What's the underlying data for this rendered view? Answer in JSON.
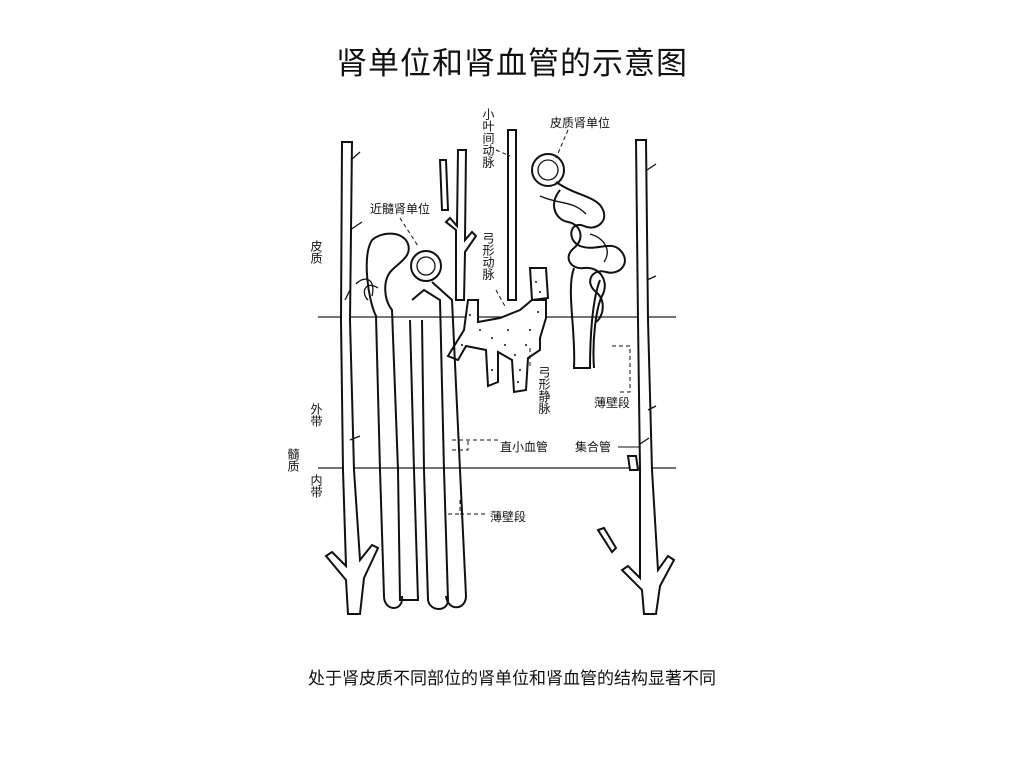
{
  "title": "肾单位和肾血管的示意图",
  "caption": "处于肾皮质不同部位的肾单位和肾血管的结构显著不同",
  "labels": {
    "cortex": "皮质",
    "outer_zone": "外带",
    "medulla": "髓质",
    "inner_zone": "内带",
    "interlobular_artery": "小叶间动脉",
    "cortical_nephron": "皮质肾单位",
    "juxtamedullary_nephron": "近髓肾单位",
    "arcuate_artery": "弓形动脉",
    "arcuate_vein": "弓形静脉",
    "thin_segment_right": "薄壁段",
    "vasa_recta": "直小血管",
    "collecting_duct": "集合管",
    "thin_segment_bottom": "薄壁段"
  }
}
